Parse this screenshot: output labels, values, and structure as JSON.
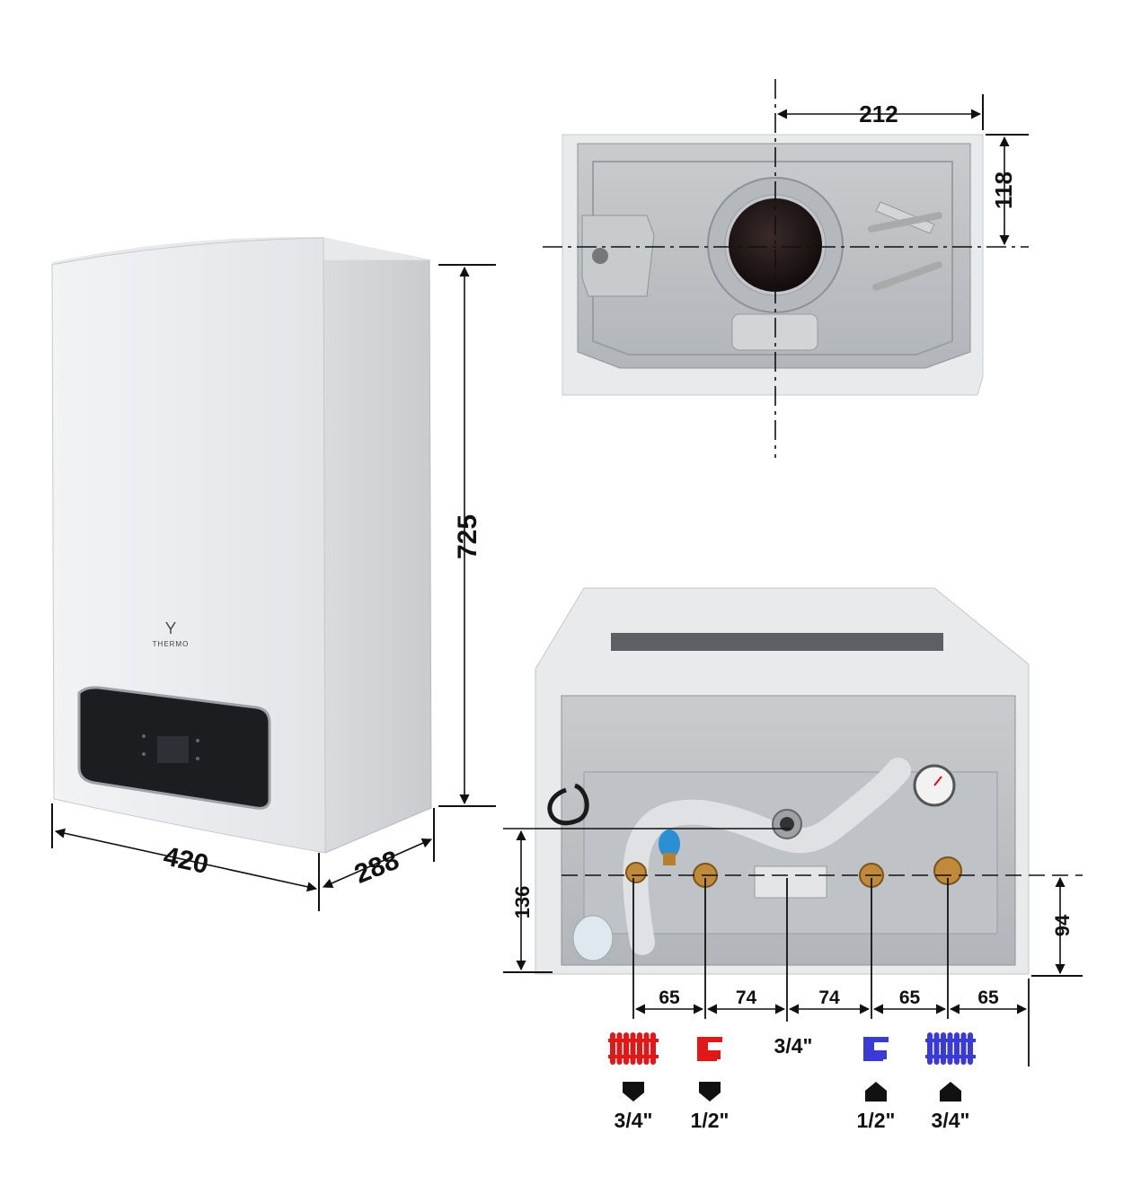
{
  "brand": "THERMO",
  "front_view": {
    "height": "725",
    "width": "420",
    "depth": "288"
  },
  "top_view": {
    "flue_offset": "212",
    "flue_depth": "118"
  },
  "bottom_view": {
    "left_offset": "136",
    "right_offset": "94",
    "spacings": [
      "65",
      "74",
      "74",
      "65",
      "65"
    ],
    "center_label": "3/4\"",
    "connections": [
      {
        "icon": "radiator-icon",
        "color": "#e01818",
        "direction": "down",
        "size": "3/4\""
      },
      {
        "icon": "faucet-icon",
        "color": "#e01818",
        "direction": "down",
        "size": "1/2\""
      },
      {
        "icon": "faucet-icon",
        "color": "#3a3ad6",
        "direction": "up",
        "size": "1/2\""
      },
      {
        "icon": "radiator-icon",
        "color": "#3a3ad6",
        "direction": "up",
        "size": "3/4\""
      }
    ]
  }
}
